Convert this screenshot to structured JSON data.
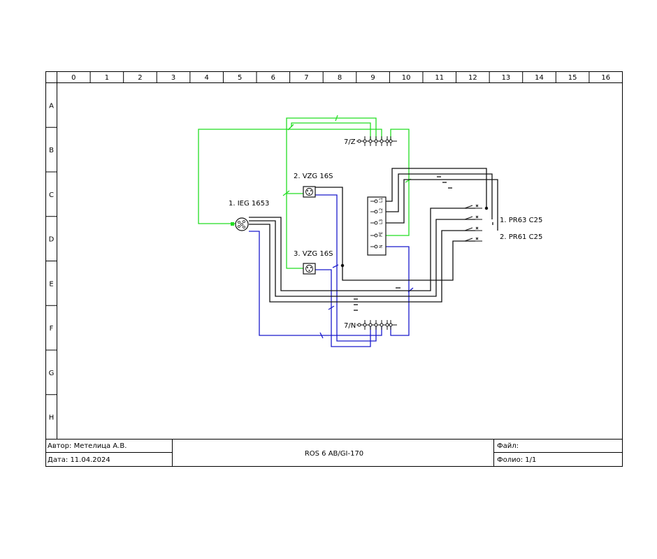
{
  "columns": [
    "0",
    "1",
    "2",
    "3",
    "4",
    "5",
    "6",
    "7",
    "8",
    "9",
    "10",
    "11",
    "12",
    "13",
    "14",
    "15",
    "16"
  ],
  "rows": [
    "A",
    "B",
    "C",
    "D",
    "E",
    "F",
    "G",
    "H"
  ],
  "components": {
    "socket": "1. IEG 1653",
    "vzg_top": "2. VZG 16S",
    "vzg_bottom": "3. VZG 16S",
    "pr63": "1. PR63 C25",
    "pr61": "2. PR61 C25",
    "bus_z": "7/Z",
    "bus_n": "7/N",
    "terminal_labels": [
      "L1",
      "L2",
      "L3",
      "PE",
      "N"
    ]
  },
  "title_block": {
    "author": "Автор: Метелица А.В.",
    "date": "Дата: 11.04.2024",
    "title": "ROS 6 AB/GI-170",
    "file": "Файл:",
    "folio": "Фолио: 1/1"
  },
  "colors": {
    "ground": "#22dd22",
    "neutral": "#1a1acc",
    "phase": "#111111",
    "frame": "#000000"
  }
}
